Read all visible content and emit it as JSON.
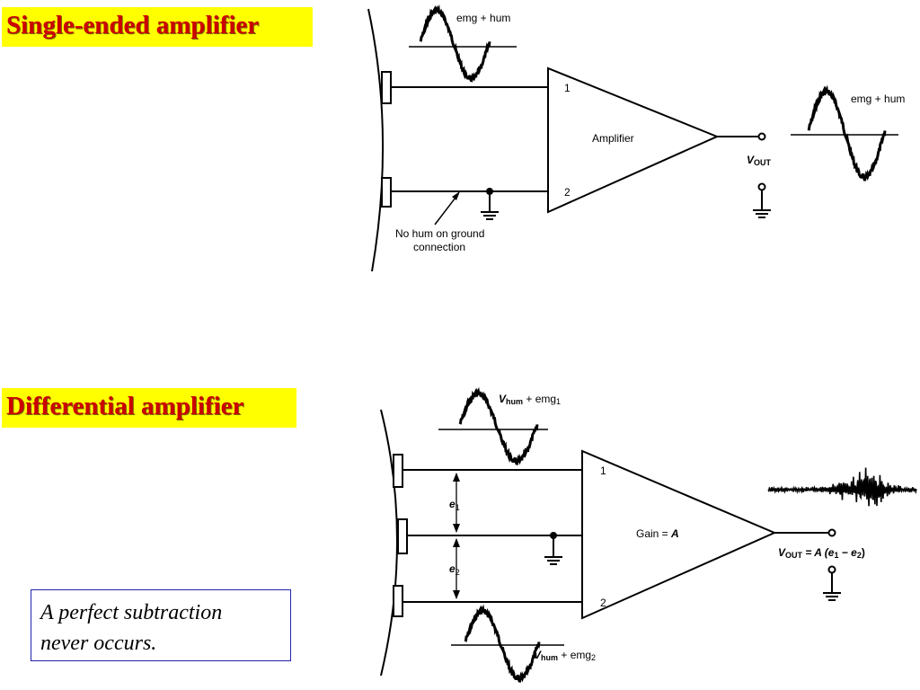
{
  "slide": {
    "title_single": "Single-ended amplifier",
    "title_differential": "Differential amplifier",
    "note_line1": "A perfect subtraction",
    "note_line2": "never occurs."
  },
  "top_diagram": {
    "input_signal_label": "emg + hum",
    "output_signal_label": "emg + hum",
    "amp_label": "Amplifier",
    "terminal_1": "1",
    "terminal_2": "2",
    "vout_v": "V",
    "vout_sub": "OUT",
    "ground_note_line1": "No hum on ground",
    "ground_note_line2": "connection"
  },
  "bottom_diagram": {
    "top_signal_v": "V",
    "top_signal_sub": "hum",
    "top_signal_rest": " + emg",
    "top_signal_idx": "1",
    "bottom_signal_v": "V",
    "bottom_signal_sub": "hum",
    "bottom_signal_rest": " + emg",
    "bottom_signal_idx": "2",
    "gain_label": "Gain = ",
    "gain_var": "A",
    "terminal_1": "1",
    "terminal_2": "2",
    "e1_letter": "e",
    "e1_idx": "1",
    "e2_letter": "e",
    "e2_idx": "2",
    "vout_v": "V",
    "vout_sub": "OUT",
    "vout_eq": " = A (e",
    "vout_idx1": "1",
    "vout_minus": " − e",
    "vout_idx2": "2",
    "vout_close": ")"
  }
}
